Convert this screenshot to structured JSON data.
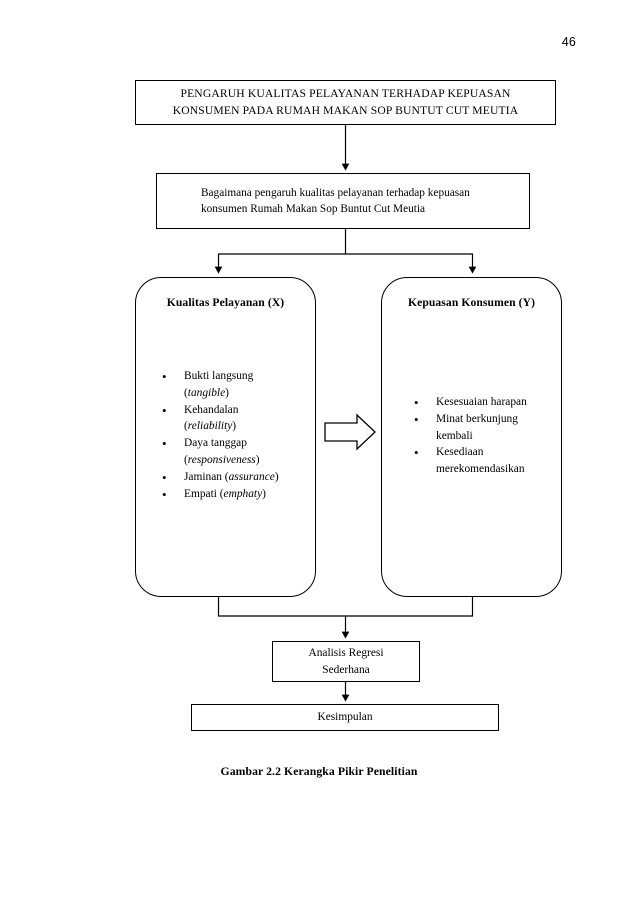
{
  "page": {
    "number": "46",
    "caption": "Gambar 2.2 Kerangka Pikir Penelitian"
  },
  "diagram_data": {
    "type": "flowchart",
    "title": "Kerangka Pikir Penelitian",
    "orientation": "top-to-bottom",
    "nodes": [
      {
        "id": "title",
        "shape": "rectangle",
        "level": 0
      },
      {
        "id": "question",
        "shape": "rectangle",
        "level": 1
      },
      {
        "id": "x",
        "shape": "rounded-rectangle",
        "level": 2
      },
      {
        "id": "y",
        "shape": "rounded-rectangle",
        "level": 2
      },
      {
        "id": "analysis",
        "shape": "rectangle",
        "level": 3
      },
      {
        "id": "conclusion",
        "shape": "rectangle",
        "level": 4
      }
    ],
    "edges": [
      {
        "from": "title",
        "to": "question",
        "style": "arrow-down"
      },
      {
        "from": "question",
        "to": "x",
        "style": "split-arrow-down"
      },
      {
        "from": "question",
        "to": "y",
        "style": "split-arrow-down"
      },
      {
        "from": "x",
        "to": "y",
        "style": "block-arrow-right"
      },
      {
        "from": "x",
        "to": "analysis",
        "style": "merge-arrow-down"
      },
      {
        "from": "y",
        "to": "analysis",
        "style": "merge-arrow-down"
      },
      {
        "from": "analysis",
        "to": "conclusion",
        "style": "arrow-down"
      }
    ]
  },
  "boxes": {
    "title": {
      "line1": "PENGARUH KUALITAS PELAYANAN TERHADAP KEPUASAN",
      "line2": "KONSUMEN PADA RUMAH MAKAN SOP BUNTUT CUT MEUTIA"
    },
    "question": {
      "line1": "Bagaimana pengaruh kualitas pelayanan terhadap kepuasan",
      "line2": "konsumen Rumah Makan Sop Buntut Cut Meutia"
    },
    "variable_x": {
      "heading": "Kualitas Pelayanan (X)",
      "items": [
        {
          "main": "Bukti langsung",
          "sub": "(",
          "term": "tangible",
          "sub_close": ")",
          "inline": false
        },
        {
          "main": "Kehandalan",
          "sub": "(",
          "term": "reliability",
          "sub_close": ")",
          "inline": false
        },
        {
          "main": "Daya tanggap",
          "sub": "(",
          "term": "responsiveness",
          "sub_close": ")",
          "inline": false
        },
        {
          "main": "Jaminan (",
          "term": "assurance",
          "sub_close": ")",
          "inline": true
        },
        {
          "main": "Empati (",
          "term": "emphaty",
          "sub_close": ")",
          "inline": true
        }
      ]
    },
    "variable_y": {
      "heading": "Kepuasan Konsumen (Y)",
      "items": [
        {
          "line1": "Kesesuaian harapan",
          "line2": ""
        },
        {
          "line1": "Minat berkunjung",
          "line2": "kembali"
        },
        {
          "line1": "Kesediaan",
          "line2": "merekomendasikan"
        }
      ]
    },
    "analysis": {
      "line1": "Analisis Regresi",
      "line2": "Sederhana"
    },
    "conclusion": {
      "label": "Kesimpulan"
    }
  },
  "colors": {
    "stroke": "#000000",
    "background": "#ffffff",
    "text": "#000000"
  }
}
